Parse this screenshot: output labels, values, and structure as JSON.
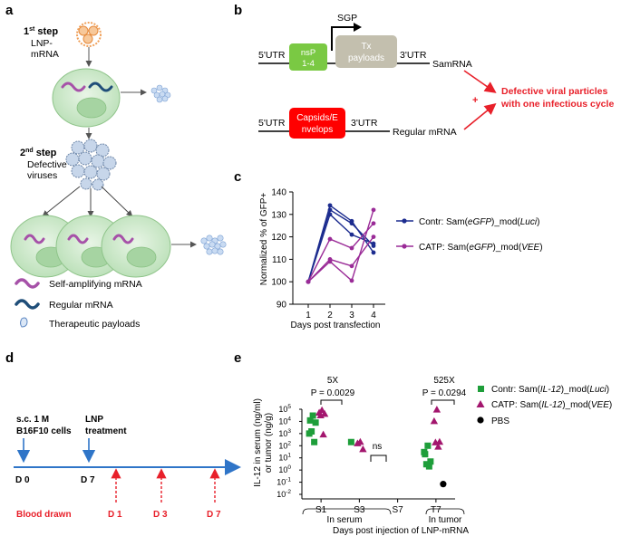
{
  "panel_letters": {
    "a": "a",
    "b": "b",
    "c": "c",
    "d": "d",
    "e": "e"
  },
  "panel_a": {
    "step1": {
      "sup_num": "1",
      "sup": "st",
      "rest": " step",
      "line2": "LNP-",
      "line3": "mRNA"
    },
    "step2": {
      "sup_num": "2",
      "sup": "nd",
      "rest": " step",
      "line2": "Defective",
      "line3": "viruses"
    },
    "legend": [
      "Self-amplifying mRNA",
      "Regular mRNA",
      "Therapeutic payloads"
    ],
    "colors": {
      "samrna": "#a651a8",
      "regular": "#1f4e79",
      "cell": "#c9e6c7",
      "payload": "#a8c4e6"
    }
  },
  "panel_b": {
    "sgp": "SGP",
    "utr5_top": "5'UTR",
    "nsp_1": "nsP",
    "nsp_2": "1-4",
    "tx_1": "Tx",
    "tx_2": "payloads",
    "utr3_top": "3'UTR",
    "samrna": "SamRNA",
    "utr5_bot": "5'UTR",
    "caps_1": "Capsids/E",
    "caps_2": "nvelops",
    "utr3_bot": "3'UTR",
    "regular": "Regular mRNA",
    "plus": "+",
    "result_1": "Defective viral particles",
    "result_2": "with one infectious cycle",
    "colors": {
      "nsp": "#7ac943",
      "tx": "#c3bfae",
      "caps": "#ff0000",
      "arrow": "#e8202a"
    }
  },
  "panel_c": {
    "ylabel": "Normalized % of GFP+",
    "xlabel": "Days post transfection",
    "yticks": [
      "140",
      "130",
      "120",
      "110",
      "100",
      "90"
    ],
    "xticks": [
      "1",
      "2",
      "3",
      "4"
    ],
    "legend": [
      {
        "pre": "Contr: Sam(",
        "it1": "eGFP",
        "mid": ")_mod(",
        "it2": "Luci",
        "post": ")",
        "color": "#1c2c8f"
      },
      {
        "pre": "CATP: Sam(",
        "it1": "eGFP",
        "mid": ")_mod(",
        "it2": "VEE",
        "post": ")",
        "color": "#9a2b97"
      }
    ]
  },
  "panel_d": {
    "inj_1": "s.c. 1 M",
    "inj_2": "B16F10 cells",
    "lnp_1": "LNP",
    "lnp_2": "treatment",
    "d0": "D 0",
    "d7": "D 7",
    "blood": "Blood drawn",
    "b1": "D 1",
    "b3": "D 3",
    "b7": "D 7",
    "colors": {
      "axis": "#2f75c8",
      "blood": "#e8202a"
    }
  },
  "panel_e": {
    "ylabel_1": "IL-12 in serum (ng/ml)",
    "ylabel_2": "or tumor (ng/g)",
    "yticks": [
      "10",
      "10",
      "10",
      "10",
      "10",
      "10",
      "10",
      "10"
    ],
    "yexp": [
      "5",
      "4",
      "3",
      "2",
      "1",
      "0",
      "-1",
      "-2"
    ],
    "xticks": [
      "S1",
      "S3",
      "S7",
      "T7"
    ],
    "in_serum": "In serum",
    "in_tumor_1": "In tumor",
    "xlabel": "Days post injection of LNP-mRNA",
    "s1_fold": "5X",
    "s1_p": "P = 0.0029",
    "s3_ns": "ns",
    "t7_fold": "525X",
    "t7_p": "P = 0.0294",
    "legend": [
      {
        "pre": "Contr: Sam(",
        "it1": "IL-12",
        "mid": ")_mod(",
        "it2": "Luci",
        "post": ")",
        "color": "#1e9e3a"
      },
      {
        "pre": "CATP: Sam(",
        "it1": "IL-12",
        "mid": ")_mod(",
        "it2": "VEE",
        "post": ")",
        "color": "#a3166e"
      },
      {
        "pre": "PBS",
        "it1": "",
        "mid": "",
        "it2": "",
        "post": "",
        "color": "#000000"
      }
    ]
  },
  "chart_data": [
    {
      "type": "line",
      "ylabel": "Normalized % of GFP+",
      "xlabel": "Days post transfection",
      "x": [
        1,
        2,
        3,
        4
      ],
      "ylim": [
        90,
        140
      ],
      "series": [
        {
          "name": "Contr: Sam(eGFP)_mod(Luci)",
          "values": [
            100,
            134,
            127,
            113
          ]
        },
        {
          "name": "Contr: Sam(eGFP)_mod(Luci)",
          "values": [
            100,
            132,
            126,
            116
          ]
        },
        {
          "name": "Contr: Sam(eGFP)_mod(Luci)",
          "values": [
            100,
            130,
            121,
            117
          ]
        },
        {
          "name": "CATP: Sam(eGFP)_mod(VEE)",
          "values": [
            100,
            119,
            115,
            126
          ]
        },
        {
          "name": "CATP: Sam(eGFP)_mod(VEE)",
          "values": [
            100,
            110,
            107,
            120
          ]
        },
        {
          "name": "CATP: Sam(eGFP)_mod(VEE)",
          "values": [
            100,
            109,
            100.5,
            132
          ]
        }
      ]
    },
    {
      "type": "scatter",
      "ylabel": "IL-12 in serum (ng/ml) or tumor (ng/g)",
      "xlabel": "Days post injection of LNP-mRNA",
      "categories": [
        "S1",
        "S3",
        "S7",
        "T7"
      ],
      "yscale": "log",
      "ylim": [
        0.01,
        100000
      ],
      "series": [
        {
          "name": "Contr: Sam(IL-12)_mod(Luci)",
          "points": [
            {
              "cat": "S1",
              "values": [
                30000,
                12000,
                8000,
                1500,
                200,
                1000
              ]
            },
            {
              "cat": "S3",
              "values": [
                200
              ]
            },
            {
              "cat": "T7",
              "values": [
                100,
                20,
                5,
                3,
                2,
                30
              ]
            }
          ]
        },
        {
          "name": "CATP: Sam(IL-12)_mod(VEE)",
          "points": [
            {
              "cat": "S1",
              "values": [
                80000,
                50000,
                40000,
                30000,
                800
              ]
            },
            {
              "cat": "S3",
              "values": [
                200,
                150,
                50
              ]
            },
            {
              "cat": "T7",
              "values": [
                90000,
                10000,
                200,
                180,
                80
              ]
            }
          ]
        },
        {
          "name": "PBS",
          "points": [
            {
              "cat": "T7",
              "values": [
                0.07
              ]
            }
          ]
        }
      ],
      "annotations": [
        "5X",
        "P = 0.0029",
        "ns",
        "525X",
        "P = 0.0294"
      ]
    }
  ]
}
